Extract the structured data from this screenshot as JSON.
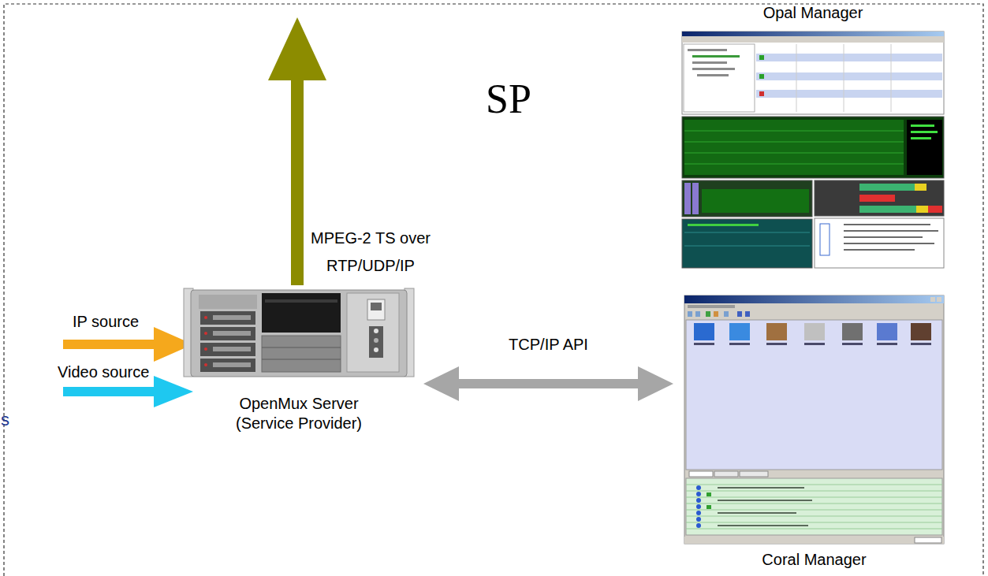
{
  "diagram": {
    "nodes": [
      {
        "text": [
          "Opal Manager"
        ]
      },
      {
        "text": [
          "OpenMux Server (Service Provider)"
        ]
      },
      {
        "text": [
          "Coral Manager"
        ]
      }
    ],
    "edges": [
      {
        "from": 1,
        "to": 2,
        "arrow": "both",
        "label": "TCP/IP API"
      }
    ],
    "labels": [
      "SP",
      "MPEG-2 TS over RTP/UDP/IP",
      "IP source",
      "Video source",
      "s"
    ]
  }
}
